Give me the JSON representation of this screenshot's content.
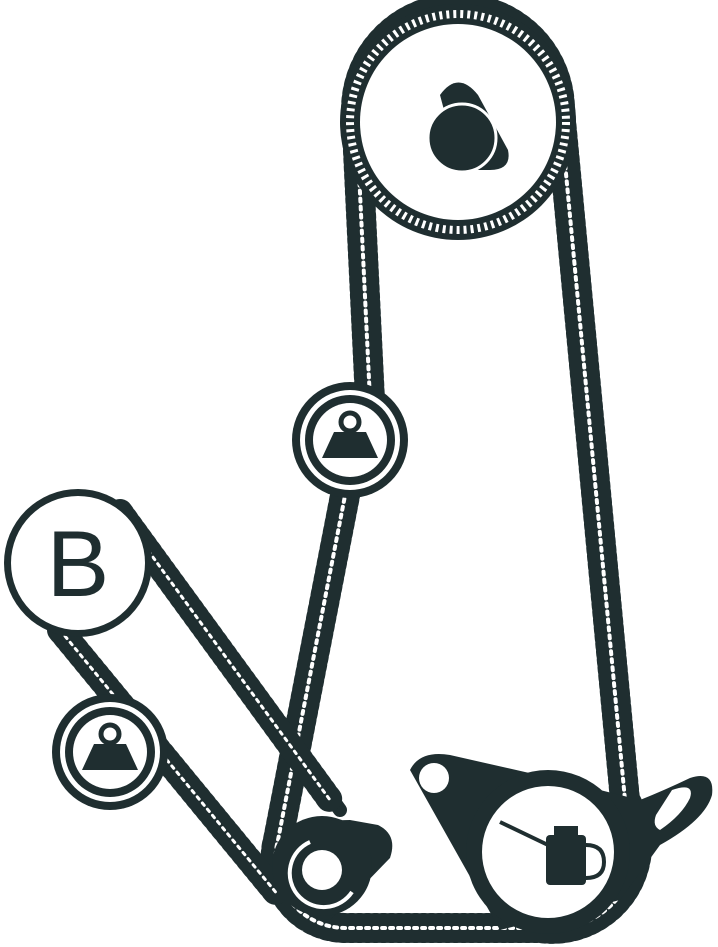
{
  "diagram": {
    "colors": {
      "ink": "#1f2e30",
      "background": "#ffffff"
    },
    "pulleys": [
      {
        "id": "camshaft",
        "icon": "camshaft-lobe-icon"
      },
      {
        "id": "idler-upper",
        "icon": "tensioner-weight-icon"
      },
      {
        "id": "balance-shaft",
        "label": "B"
      },
      {
        "id": "idler-lower",
        "icon": "tensioner-weight-icon"
      },
      {
        "id": "balance-tensioner",
        "icon": "eccentric-tensioner-icon"
      },
      {
        "id": "oil-pump",
        "icon": "oil-can-icon"
      }
    ]
  }
}
